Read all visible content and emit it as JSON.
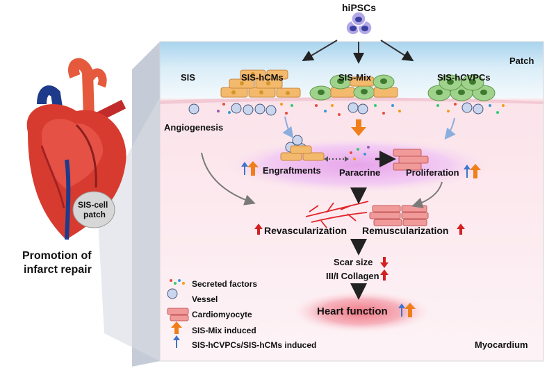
{
  "top": {
    "source": "hiPSCs"
  },
  "patch": {
    "label": "Patch",
    "groups": [
      "SIS",
      "SIS-hCMs",
      "SIS-Mix",
      "SIS-hCVPCs"
    ],
    "angiogenesis": "Angiogenesis"
  },
  "mechanisms": {
    "engraftments": "Engraftments",
    "paracrine": "Paracrine",
    "proliferation": "Proliferation",
    "revascularization": "Revascularization",
    "remuscularization": "Remuscularization"
  },
  "outcomes": {
    "scar_size": "Scar size",
    "collagen": "III/I  Collagen",
    "heart_function": "Heart function"
  },
  "legend": {
    "secreted_factors": "Secreted factors",
    "vessel": "Vessel",
    "cardiomyocyte": "Cardiomyocyte",
    "mix_induced": "SIS-Mix induced",
    "hcvpc_hcm_induced": "SIS-hCVPCs/SIS-hCMs induced"
  },
  "layer": {
    "myocardium": "Myocardium"
  },
  "heart": {
    "patch_label_line1": "SIS-cell",
    "patch_label_line2": "patch",
    "caption_line1": "Promotion of",
    "caption_line2": "infarct repair"
  },
  "colors": {
    "orange_arrow": "#f07f1a",
    "blue_arrow": "#3e74c9",
    "red_arrow": "#d42020",
    "patch_top": "#b9dcef",
    "myocardium": "#fbe9ee",
    "glow": "#dc8ce0"
  }
}
